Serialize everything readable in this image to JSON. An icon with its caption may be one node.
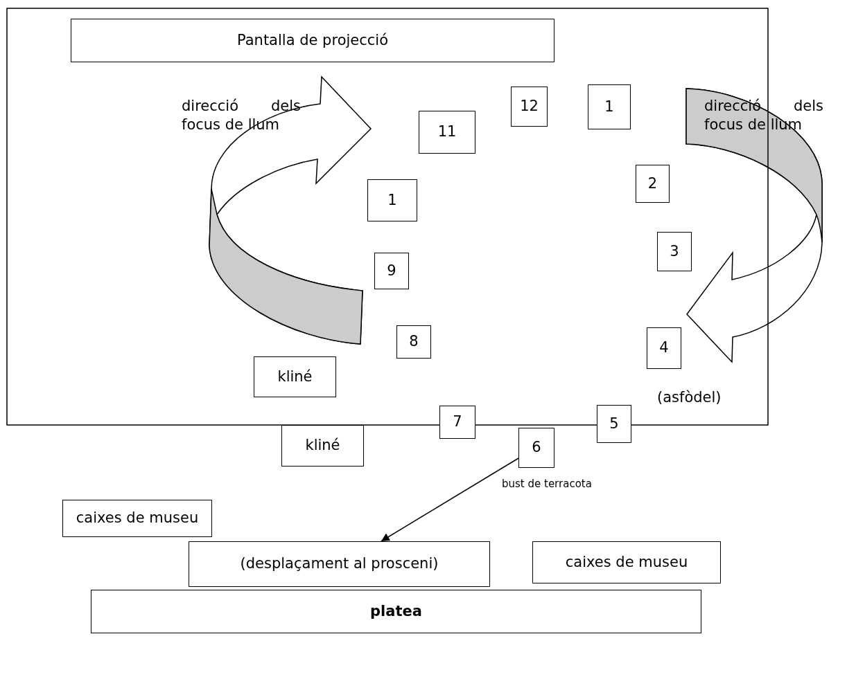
{
  "diagram": {
    "nodes": [
      {
        "text": [
          "Pantalla de projecció"
        ]
      },
      {
        "text": [
          "12"
        ]
      },
      {
        "text": [
          "1"
        ]
      },
      {
        "text": [
          "11"
        ]
      },
      {
        "text": [
          "2"
        ]
      },
      {
        "text": [
          "1"
        ]
      },
      {
        "text": [
          "3"
        ]
      },
      {
        "text": [
          "9"
        ]
      },
      {
        "text": [
          "8"
        ]
      },
      {
        "text": [
          "4"
        ],
        "beside": [
          "(asfòdel)"
        ]
      },
      {
        "text": [
          "kliné"
        ]
      },
      {
        "text": [
          "7"
        ]
      },
      {
        "text": [
          "5"
        ]
      },
      {
        "text": [
          "kliné"
        ]
      },
      {
        "text": [
          "6"
        ],
        "beside": [
          "bust de terracota"
        ]
      },
      {
        "text": [
          "caixes de museu"
        ]
      },
      {
        "text": [
          "(desplaçament al prosceni)"
        ]
      },
      {
        "text": [
          "caixes de museu"
        ]
      },
      {
        "text": [
          "platea"
        ]
      }
    ],
    "edges": [
      {
        "from": 14,
        "to": 16,
        "arrow": "to"
      }
    ],
    "labels": [
      "direcció dels focus de llum",
      "direcció dels focus de llum"
    ]
  }
}
